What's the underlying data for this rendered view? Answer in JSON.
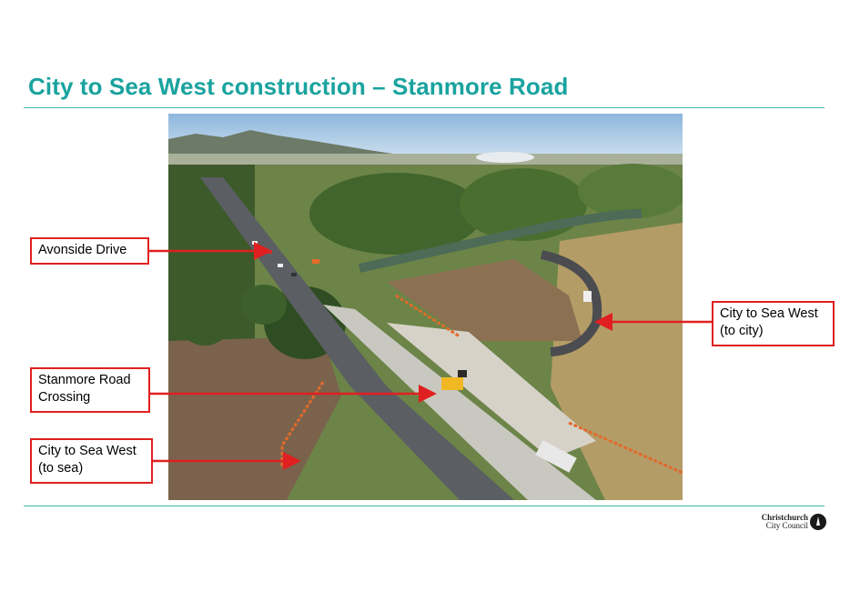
{
  "slide": {
    "title": "City to Sea West construction – Stanmore Road"
  },
  "callouts": {
    "avonside": "Avonside Drive",
    "stanmore": "Stanmore Road\nCrossing",
    "to_sea": "City to Sea West\n(to sea)",
    "to_city": "City to Sea West\n(to city)"
  },
  "logo": {
    "line1": "Christchurch",
    "line2": "City Council"
  },
  "colors": {
    "title": "#1aa39f",
    "rule": "#3eb6ae",
    "callout_border": "#e02020",
    "arrow": "#e02020"
  }
}
